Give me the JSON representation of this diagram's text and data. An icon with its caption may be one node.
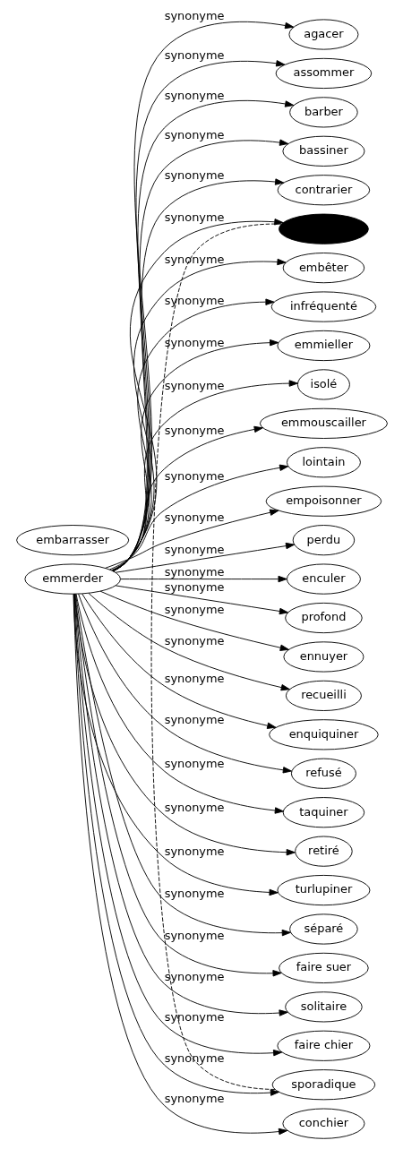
{
  "diagram": {
    "nodes": [
      {
        "text": [
          "emmerder"
        ]
      },
      {
        "text": [
          "agacer"
        ]
      },
      {
        "text": [
          "assommer"
        ]
      },
      {
        "text": [
          "barber"
        ]
      },
      {
        "text": [
          "bassiner"
        ]
      },
      {
        "text": [
          "contrarier"
        ]
      },
      {
        "text": [],
        "shape": "ellipse"
      },
      {
        "text": [
          "embarrasser"
        ]
      },
      {
        "text": [
          "embêter"
        ]
      },
      {
        "text": [
          "infréquenté"
        ]
      },
      {
        "text": [
          "emmieller"
        ]
      },
      {
        "text": [
          "isolé"
        ]
      },
      {
        "text": [
          "emmouscailler"
        ]
      },
      {
        "text": [
          "lointain"
        ]
      },
      {
        "text": [
          "empoisonner"
        ]
      },
      {
        "text": [
          "perdu"
        ]
      },
      {
        "text": [
          "enculer"
        ]
      },
      {
        "text": [
          "profond"
        ]
      },
      {
        "text": [
          "ennuyer"
        ]
      },
      {
        "text": [
          "recueilli"
        ]
      },
      {
        "text": [
          "enquiquiner"
        ]
      },
      {
        "text": [
          "refusé"
        ]
      },
      {
        "text": [
          "taquiner"
        ]
      },
      {
        "text": [
          "retiré"
        ]
      },
      {
        "text": [
          "turlupiner"
        ]
      },
      {
        "text": [
          "séparé"
        ]
      },
      {
        "text": [
          "faire suer"
        ]
      },
      {
        "text": [
          "solitaire"
        ]
      },
      {
        "text": [
          "faire chier"
        ]
      },
      {
        "text": [
          "sporadique"
        ]
      },
      {
        "text": [
          "conchier"
        ]
      }
    ],
    "edges": [
      {
        "from": 0,
        "to": 1,
        "arrow": "to",
        "label": "synonyme"
      },
      {
        "from": 0,
        "to": 2,
        "arrow": "to",
        "label": "synonyme"
      },
      {
        "from": 0,
        "to": 3,
        "arrow": "to",
        "label": "synonyme"
      },
      {
        "from": 0,
        "to": 4,
        "arrow": "to",
        "label": "synonyme"
      },
      {
        "from": 0,
        "to": 5,
        "arrow": "to",
        "label": "synonyme"
      },
      {
        "from": 0,
        "to": 6,
        "arrow": "to",
        "label": "synonyme"
      },
      {
        "from": 0,
        "to": 8,
        "arrow": "to",
        "label": "synonyme"
      },
      {
        "from": 0,
        "to": 9,
        "arrow": "to",
        "label": "synonyme"
      },
      {
        "from": 0,
        "to": 10,
        "arrow": "to",
        "label": "synonyme"
      },
      {
        "from": 0,
        "to": 11,
        "arrow": "to",
        "label": "synonyme"
      },
      {
        "from": 0,
        "to": 12,
        "arrow": "to",
        "label": "synonyme"
      },
      {
        "from": 0,
        "to": 13,
        "arrow": "to",
        "label": "synonyme"
      },
      {
        "from": 0,
        "to": 14,
        "arrow": "to",
        "label": "synonyme"
      },
      {
        "from": 0,
        "to": 15,
        "arrow": "to",
        "label": "synonyme"
      },
      {
        "from": 0,
        "to": 16,
        "arrow": "to",
        "label": "synonyme"
      },
      {
        "from": 0,
        "to": 17,
        "arrow": "to",
        "label": "synonyme"
      },
      {
        "from": 0,
        "to": 18,
        "arrow": "to",
        "label": "synonyme"
      },
      {
        "from": 0,
        "to": 19,
        "arrow": "to",
        "label": "synonyme"
      },
      {
        "from": 0,
        "to": 20,
        "arrow": "to",
        "label": "synonyme"
      },
      {
        "from": 0,
        "to": 21,
        "arrow": "to",
        "label": "synonyme"
      },
      {
        "from": 0,
        "to": 22,
        "arrow": "to",
        "label": "synonyme"
      },
      {
        "from": 0,
        "to": 23,
        "arrow": "to",
        "label": "synonyme"
      },
      {
        "from": 0,
        "to": 24,
        "arrow": "to",
        "label": "synonyme"
      },
      {
        "from": 0,
        "to": 25,
        "arrow": "to",
        "label": "synonyme"
      },
      {
        "from": 0,
        "to": 26,
        "arrow": "to",
        "label": "synonyme"
      },
      {
        "from": 0,
        "to": 27,
        "arrow": "to",
        "label": "synonyme"
      },
      {
        "from": 0,
        "to": 28,
        "arrow": "to",
        "label": "synonyme"
      },
      {
        "from": 0,
        "to": 29,
        "arrow": "to",
        "label": "synonyme"
      },
      {
        "from": 0,
        "to": 30,
        "arrow": "to",
        "label": "synonyme"
      },
      {
        "from": 6,
        "to": 29,
        "arrow": "none",
        "style": "dashed"
      }
    ]
  }
}
